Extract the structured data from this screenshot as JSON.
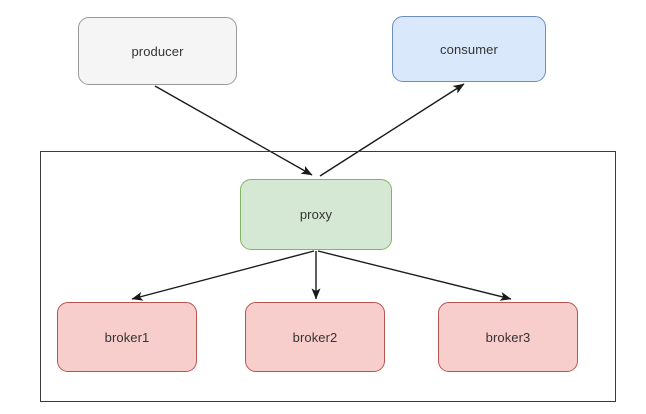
{
  "diagram": {
    "type": "block-diagram",
    "background": "#ffffff",
    "group": {
      "name": "cluster-boundary",
      "label": "",
      "border_color": "#3a3a3a"
    },
    "nodes": [
      {
        "id": "producer",
        "label": "producer",
        "fill": "#f5f5f5",
        "stroke": "#999999",
        "text_color": "#333333"
      },
      {
        "id": "consumer",
        "label": "consumer",
        "fill": "#dae8fc",
        "stroke": "#6c8ebf",
        "text_color": "#333333"
      },
      {
        "id": "proxy",
        "label": "proxy",
        "fill": "#d5e8d4",
        "stroke": "#82b366",
        "text_color": "#333333"
      },
      {
        "id": "broker1",
        "label": "broker1",
        "fill": "#f8cecc",
        "stroke": "#b85450",
        "text_color": "#333333"
      },
      {
        "id": "broker2",
        "label": "broker2",
        "fill": "#f8cecc",
        "stroke": "#b85450",
        "text_color": "#333333"
      },
      {
        "id": "broker3",
        "label": "broker3",
        "fill": "#f8cecc",
        "stroke": "#b85450",
        "text_color": "#333333"
      }
    ],
    "edges": [
      {
        "id": "producer-to-proxy",
        "from": "producer",
        "to": "proxy",
        "label": "",
        "color": "#1a1a1a"
      },
      {
        "id": "proxy-to-consumer",
        "from": "proxy",
        "to": "consumer",
        "label": "",
        "color": "#1a1a1a"
      },
      {
        "id": "proxy-to-broker1",
        "from": "proxy",
        "to": "broker1",
        "label": "",
        "color": "#1a1a1a"
      },
      {
        "id": "proxy-to-broker2",
        "from": "proxy",
        "to": "broker2",
        "label": "",
        "color": "#1a1a1a"
      },
      {
        "id": "proxy-to-broker3",
        "from": "proxy",
        "to": "broker3",
        "label": "",
        "color": "#1a1a1a"
      }
    ]
  }
}
